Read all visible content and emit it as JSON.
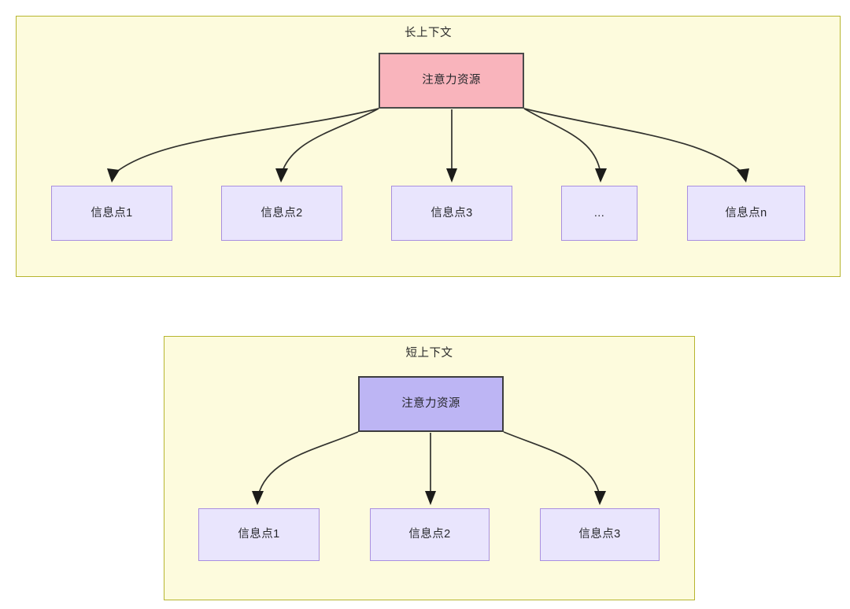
{
  "diagram": {
    "title_long": "长上下文",
    "title_short": "短上下文",
    "panels": [
      {
        "id": "long-context",
        "title": "长上下文",
        "root": {
          "label": "注意力资源",
          "fill": "#f9b4bc",
          "stroke": "#4a4a4a"
        },
        "children": [
          {
            "label": "信息点1"
          },
          {
            "label": "信息点2"
          },
          {
            "label": "信息点3"
          },
          {
            "label": "..."
          },
          {
            "label": "信息点n"
          }
        ]
      },
      {
        "id": "short-context",
        "title": "短上下文",
        "root": {
          "label": "注意力资源",
          "fill": "#bdb5f4",
          "stroke": "#3d3d3d"
        },
        "children": [
          {
            "label": "信息点1"
          },
          {
            "label": "信息点2"
          },
          {
            "label": "信息点3"
          }
        ]
      }
    ],
    "colors": {
      "panel_background": "#fdfbdd",
      "panel_border": "#b7b52f",
      "info_node_fill": "#e9e5fd",
      "info_node_border": "#a98fe0",
      "attention_long_fill": "#f9b4bc",
      "attention_short_fill": "#bdb5f4",
      "edge_stroke": "#32322e",
      "text": "#27282c"
    }
  }
}
